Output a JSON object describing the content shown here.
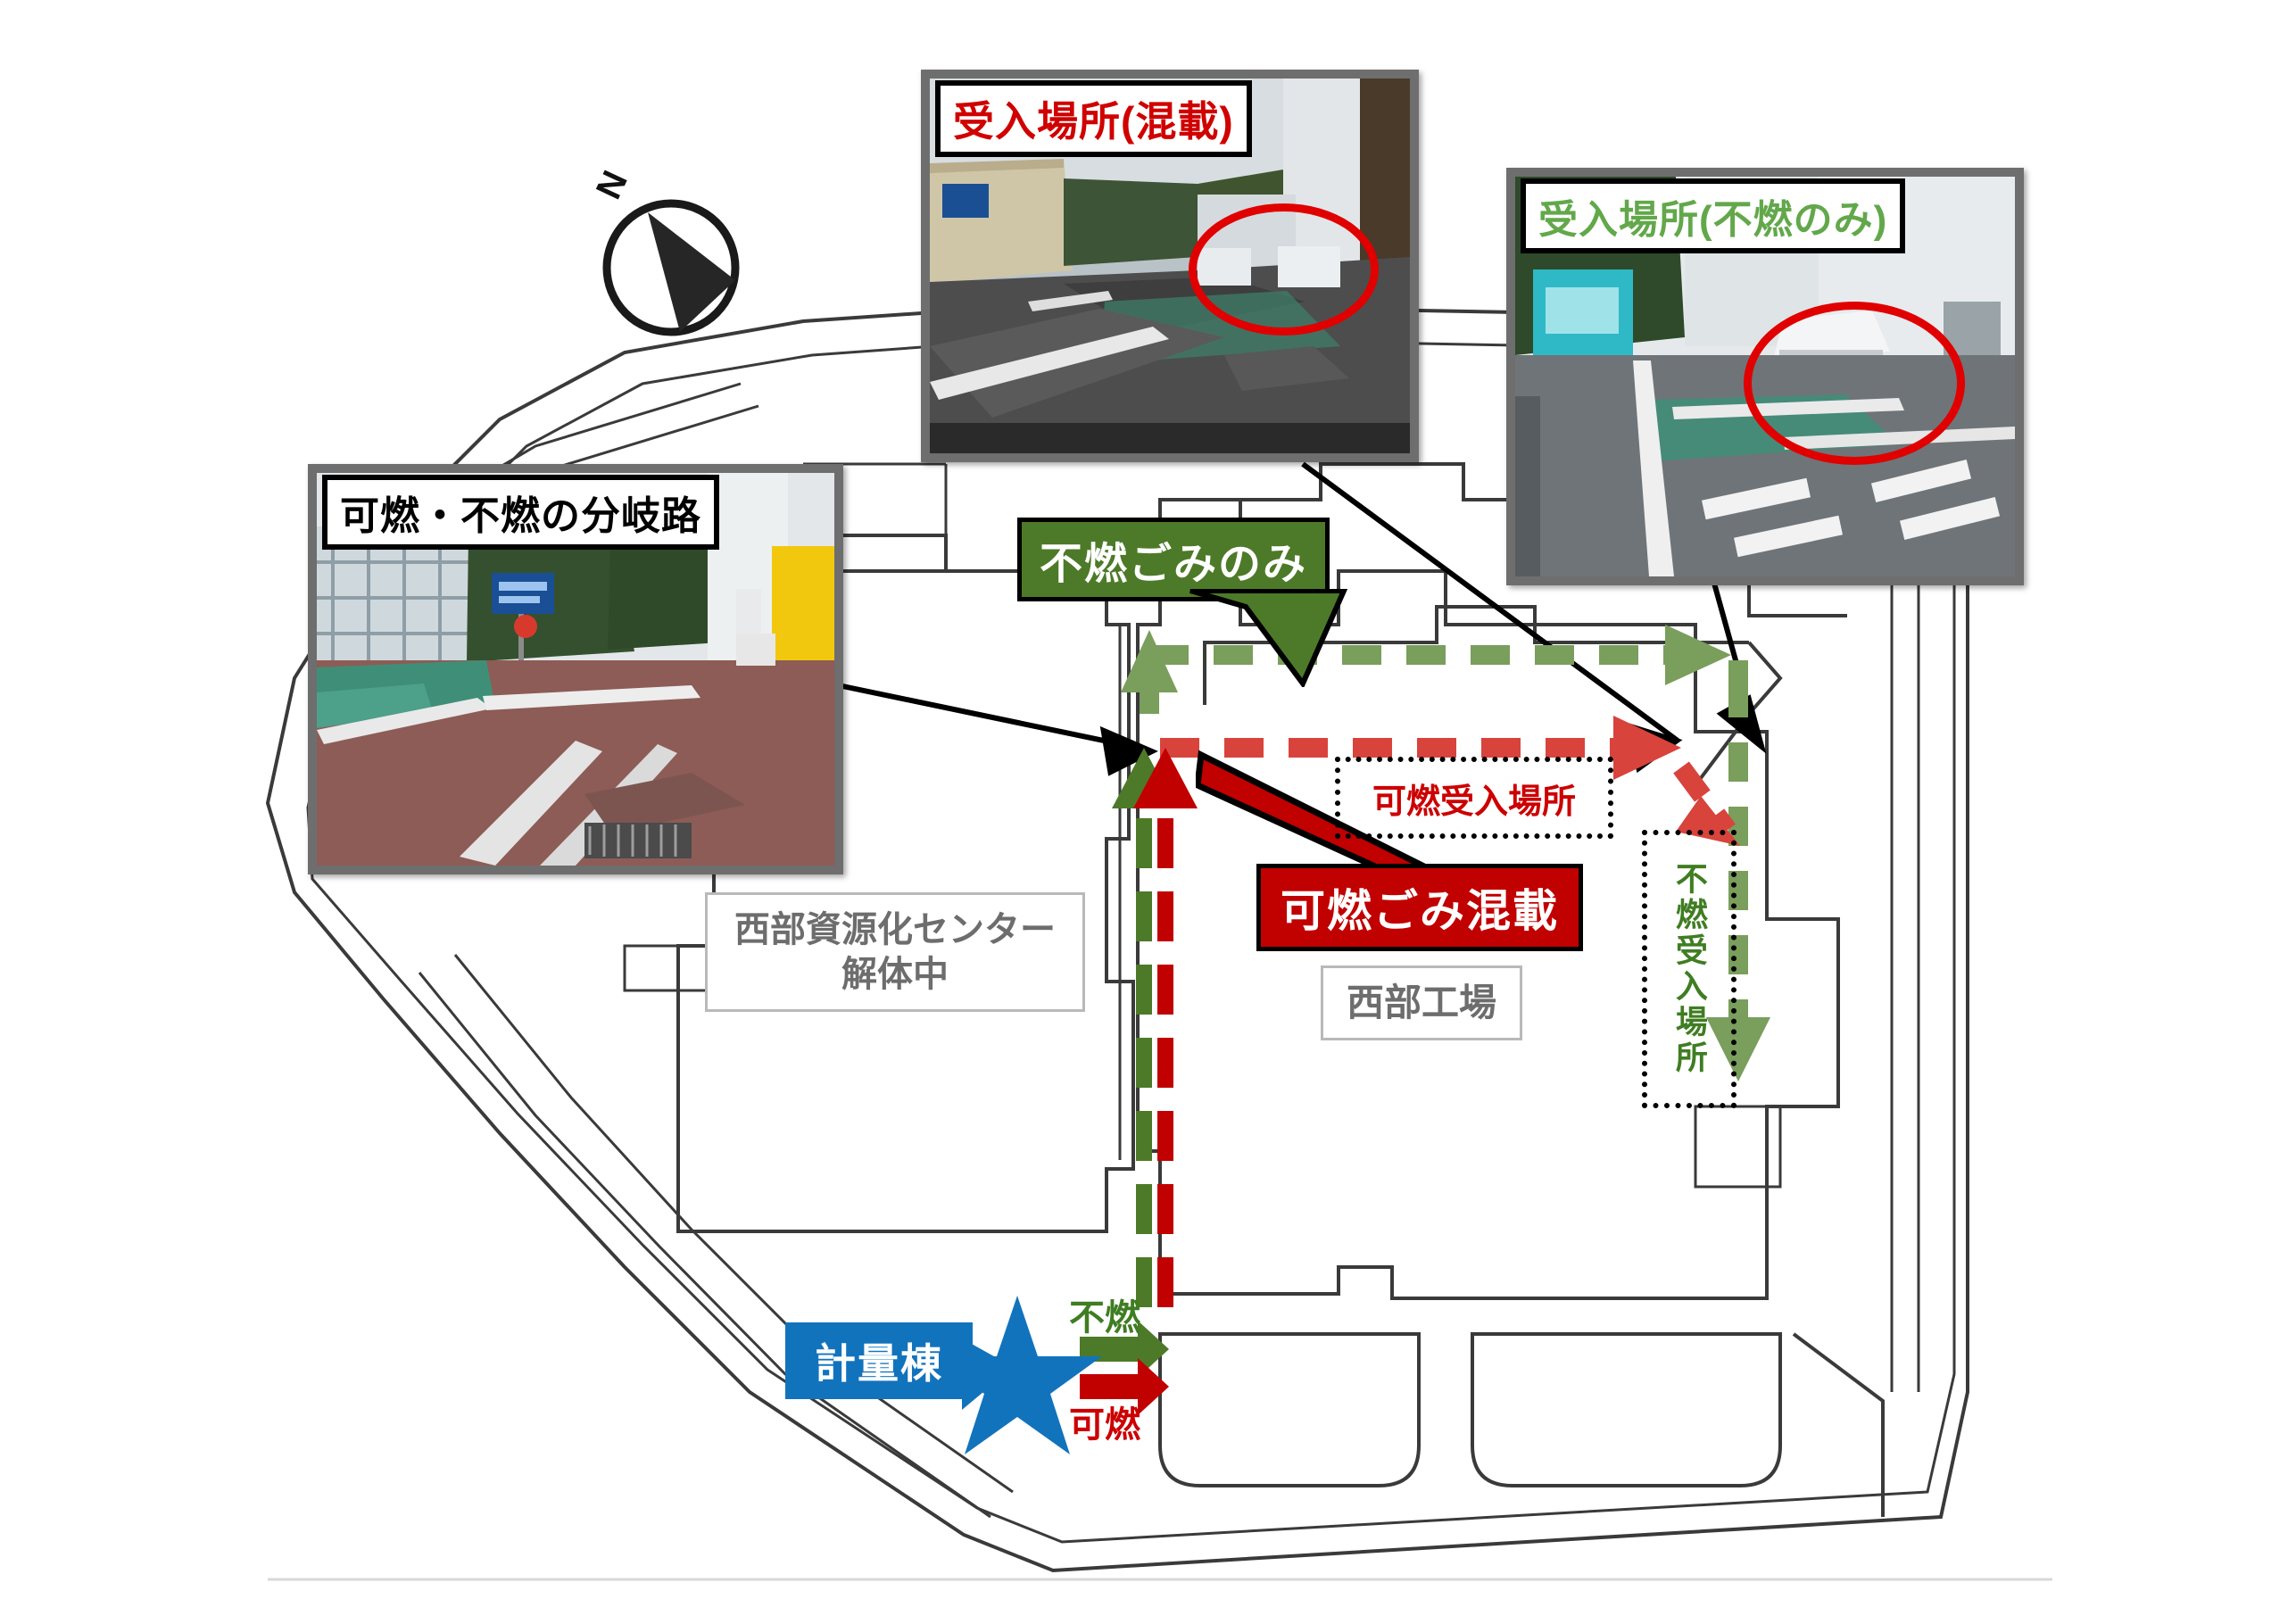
{
  "document": {
    "type": "facility-route-map",
    "background_color": "#ffffff"
  },
  "compass": {
    "label": "N",
    "name": "north-arrow"
  },
  "photos": [
    {
      "id": "photo-mixed-receiving",
      "caption": "受入場所(混載)",
      "caption_color": "#d00000",
      "scene": "asphalt yard with green-painted lane, beige fence at left, blue road sign, trees, white building at right; red ellipse highlights the white tent receiving point",
      "marker": "red-ellipse"
    },
    {
      "id": "photo-noncombustible-receiving",
      "caption": "受入場所(不燃のみ)",
      "caption_color": "#62a84b",
      "scene": "teal truck at left, grey building, white tent under red ellipse, green-painted triangular road marking, white road lettering in foreground",
      "marker": "red-ellipse"
    },
    {
      "id": "photo-branch-road",
      "caption": "可燃・不燃の分岐路",
      "caption_color": "#000000",
      "scene": "red-paved branch road with white lane lines, green-painted lane at left, blue guide sign, trees, yellow shutter building at right"
    }
  ],
  "callouts": [
    {
      "id": "callout-noncombustible-only",
      "text": "不燃ごみのみ",
      "background": "#4d7a28",
      "text_color": "#ffffff"
    },
    {
      "id": "callout-combustible-mixed",
      "text": "可燃ごみ混載",
      "background": "#c10000",
      "text_color": "#ffffff"
    },
    {
      "id": "callout-weighing-building",
      "text": "計量棟",
      "background": "#1273bd",
      "text_color": "#ffffff"
    }
  ],
  "zones": [
    {
      "id": "zone-combustible-receiving",
      "text": "可燃受入場所",
      "text_color": "#cc0000",
      "orientation": "horizontal"
    },
    {
      "id": "zone-noncombustible-receiving",
      "text": "不燃受入場所",
      "text_color": "#3f7d22",
      "orientation": "vertical"
    }
  ],
  "buildings": [
    {
      "id": "building-seibu-recycling-center",
      "lines": [
        "西部資源化センター",
        "解体中"
      ],
      "text_color": "#6d6d6d"
    },
    {
      "id": "building-seibu-plant",
      "lines": [
        "西部工場"
      ],
      "text_color": "#6d6d6d"
    }
  ],
  "route_legend": [
    {
      "id": "legend-noncombustible",
      "text": "不燃",
      "color": "#3f7d22"
    },
    {
      "id": "legend-combustible",
      "text": "可燃",
      "color": "#cc0000"
    }
  ],
  "route_colors": {
    "noncombustible": "#7a9e5c",
    "combustible": "#d8433c",
    "noncombustible_dark": "#4d7a28",
    "combustible_dark": "#c10000",
    "outline": "#3a3a3a",
    "star": "#1273bd"
  },
  "star": {
    "id": "start-point-star",
    "color": "#1273bd"
  }
}
